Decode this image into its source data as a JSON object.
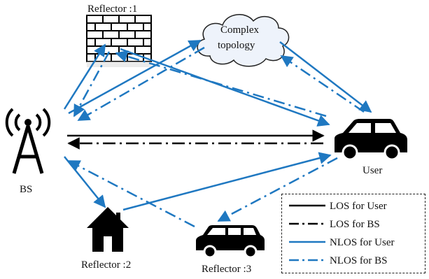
{
  "nodes": {
    "reflector1": "Reflector :1",
    "complex": [
      "Complex",
      "topology"
    ],
    "bs": "BS",
    "user": "User",
    "reflector2": "Reflector :2",
    "reflector3": "Reflector :3"
  },
  "legend": [
    {
      "label": "LOS for User",
      "color": "#000000",
      "style": "solid"
    },
    {
      "label": "LOS for BS",
      "color": "#000000",
      "style": "dashdot"
    },
    {
      "label": "NLOS for User",
      "color": "#1f78c1",
      "style": "solid"
    },
    {
      "label": "NLOS for BS",
      "color": "#1f78c1",
      "style": "dashdot"
    }
  ],
  "colors": {
    "los": "#000000",
    "nlos": "#1f78c1",
    "cloud_fill": "#eef3fb"
  }
}
